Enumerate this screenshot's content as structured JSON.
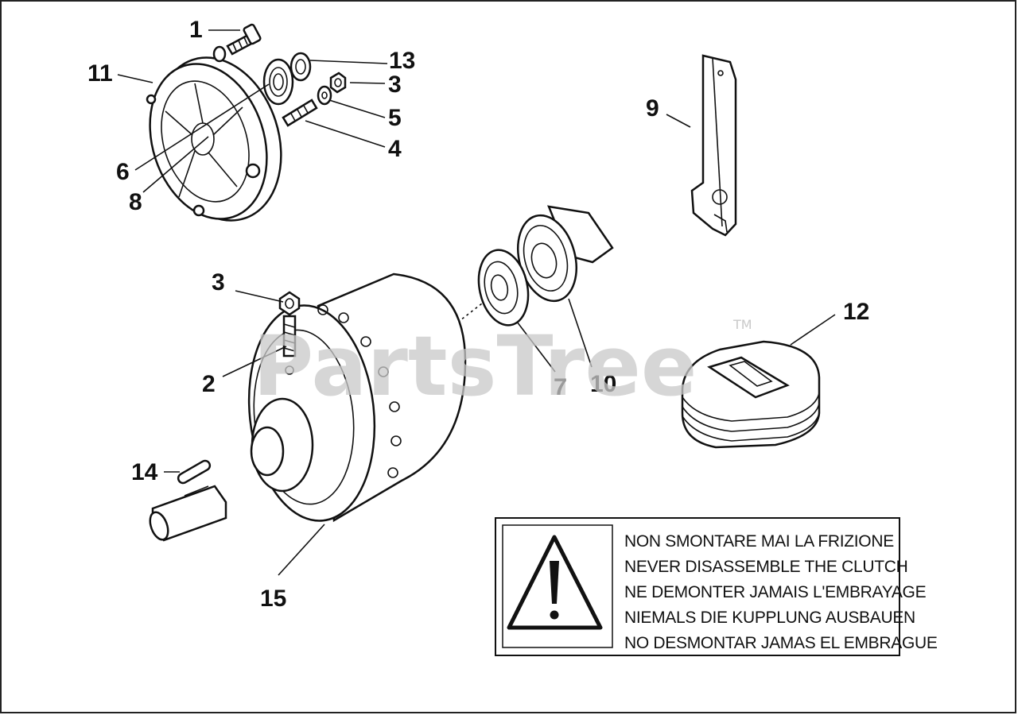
{
  "callouts": {
    "c1": "1",
    "c11": "11",
    "c13": "13",
    "c3_top": "3",
    "c5": "5",
    "c4": "4",
    "c6": "6",
    "c8": "8",
    "c9": "9",
    "c3_mid": "3",
    "c2": "2",
    "c7": "7",
    "c10": "10",
    "c12": "12",
    "c14": "14",
    "c15": "15"
  },
  "watermark": {
    "text": "PartsTree",
    "tm": "TM"
  },
  "warning_label": {
    "icon": "warning-triangle-icon",
    "lines": [
      "NON SMONTARE MAI LA FRIZIONE",
      "NEVER DISASSEMBLE THE CLUTCH",
      "NE DEMONTER JAMAIS L'EMBRAYAGE",
      "NIEMALS DIE KUPPLUNG AUSBAUEN",
      "NO DESMONTAR JAMAS EL EMBRAGUE"
    ]
  }
}
